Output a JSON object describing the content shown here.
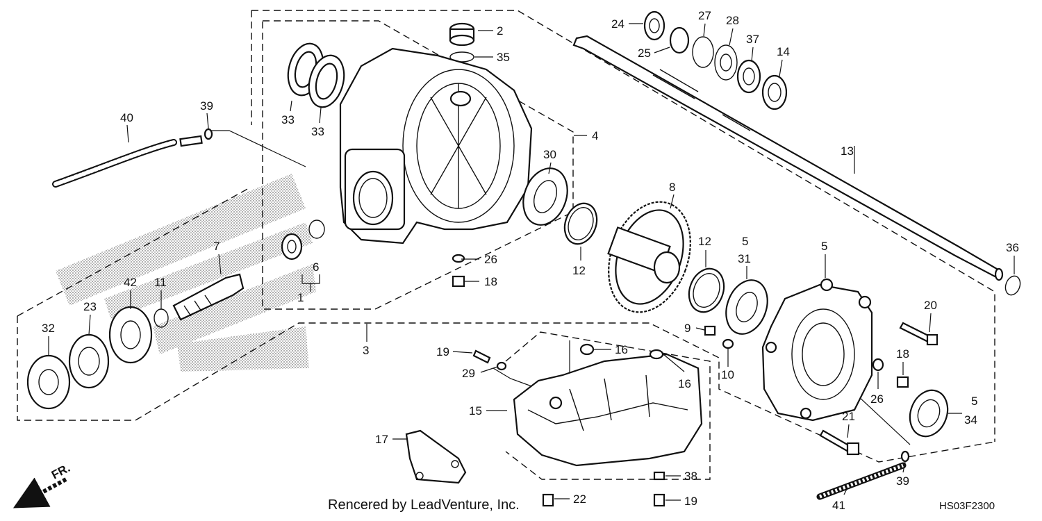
{
  "diagram": {
    "callouts": {
      "c1": "1",
      "c2": "2",
      "c3": "3",
      "c4": "4",
      "c5a": "5",
      "c5b": "5",
      "c5c": "5",
      "c6": "6",
      "c7": "7",
      "c8": "8",
      "c9": "9",
      "c10": "10",
      "c11": "11",
      "c12a": "12",
      "c12b": "12",
      "c13": "13",
      "c14": "14",
      "c15": "15",
      "c16a": "16",
      "c16b": "16",
      "c17": "17",
      "c18a": "18",
      "c18b": "18",
      "c19a": "19",
      "c19b": "19",
      "c20": "20",
      "c21": "21",
      "c22": "22",
      "c23": "23",
      "c24": "24",
      "c25": "25",
      "c26a": "26",
      "c26b": "26",
      "c27": "27",
      "c28": "28",
      "c29": "29",
      "c30": "30",
      "c31": "31",
      "c32": "32",
      "c33a": "33",
      "c33b": "33",
      "c34": "34",
      "c35": "35",
      "c36": "36",
      "c37": "37",
      "c38": "38",
      "c39a": "39",
      "c39b": "39",
      "c40": "40",
      "c41": "41",
      "c42": "42"
    },
    "direction_label": "FR.",
    "watermark": "Rencered by LeadVenture, Inc.",
    "diagram_code": "HS03F2300"
  }
}
